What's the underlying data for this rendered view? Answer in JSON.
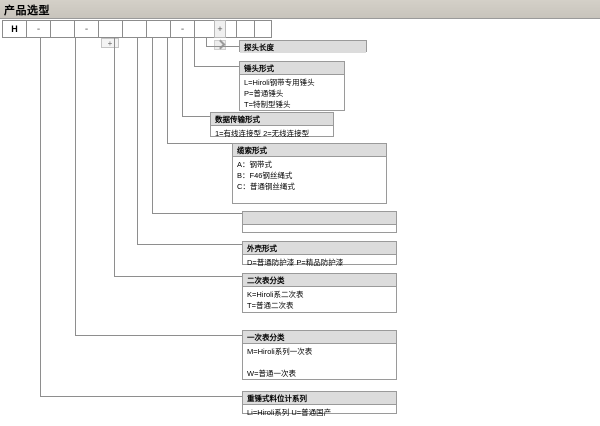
{
  "window": {
    "title": "产品选型",
    "plus_right": "+",
    "plus_mid": "+"
  },
  "code_row": {
    "cells": [
      {
        "value": "H"
      },
      {
        "value": "-"
      },
      {
        "value": ""
      },
      {
        "value": "-"
      },
      {
        "value": ""
      },
      {
        "value": ""
      },
      {
        "value": ""
      },
      {
        "value": "-"
      },
      {
        "value": ""
      },
      {
        "value": ""
      },
      {
        "value": ""
      },
      {
        "value": ""
      }
    ]
  },
  "legend": {
    "probe_length": {
      "title": "探头长度",
      "lines": []
    },
    "hammer_type": {
      "title": "锤头形式",
      "lines": [
        "L=Hiroli钢带专用锤头",
        "P=普通锤头",
        "T=特制型锤头"
      ]
    },
    "data_transmission": {
      "title": "数据传输形式",
      "lines": [
        "1=有线连接型   2=无线连接型"
      ]
    },
    "cable_type": {
      "title": "缆索形式",
      "lines": [
        "A：钢带式",
        "B：F46钢丝绳式",
        "C：普通钢丝绳式"
      ]
    },
    "blank_box": {
      "title": "",
      "lines": [
        ""
      ]
    },
    "shell_type": {
      "title": "外壳形式",
      "lines": [
        "D=普通防护漆  P=精品防护漆"
      ]
    },
    "secondary_meter": {
      "title": "二次表分类",
      "lines": [
        "K=Hiroli系二次表",
        "T=普通二次表"
      ]
    },
    "primary_meter": {
      "title": "一次表分类",
      "lines": [
        "M=Hiroli系列一次表",
        "",
        "W=普通一次表"
      ]
    },
    "series": {
      "title": "重锤式料位计系列",
      "lines": [
        "Li=Hiroli系列    U=普通国产"
      ]
    }
  },
  "colors": {
    "titlebar": "#d4d0c8",
    "header_fill": "#dcdcdc",
    "line": "#8e8e8e",
    "border": "#9a9a9a"
  }
}
